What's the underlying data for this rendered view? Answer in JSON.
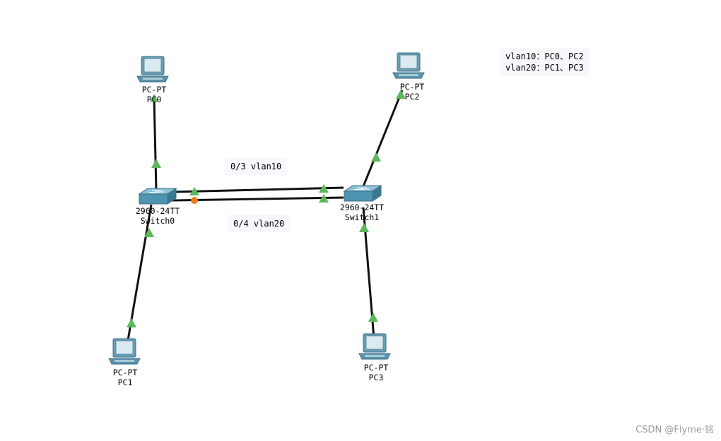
{
  "devices": [
    {
      "id": "pc0",
      "model": "PC-PT",
      "name": "PC0"
    },
    {
      "id": "pc1",
      "model": "PC-PT",
      "name": "PC1"
    },
    {
      "id": "pc2",
      "model": "PC-PT",
      "name": "PC2"
    },
    {
      "id": "pc3",
      "model": "PC-PT",
      "name": "PC3"
    },
    {
      "id": "switch0",
      "model": "2960-24TT",
      "name": "Switch0"
    },
    {
      "id": "switch1",
      "model": "2960-24TT",
      "name": "Switch1"
    }
  ],
  "link_notes": {
    "upper": "0/3  vlan10",
    "lower": "0/4  vlan20"
  },
  "vlan_note": {
    "line1": "vlan10：PC0、PC2",
    "line2": "vlan20：PC1、PC3"
  },
  "watermark": "CSDN @Flyme·铭",
  "colors": {
    "link": "#111111",
    "link_up": "#5cb85c",
    "link_blocking": "#f07d1a",
    "switch": "#4e94b0",
    "pc_screen": "#cfe0ea"
  }
}
